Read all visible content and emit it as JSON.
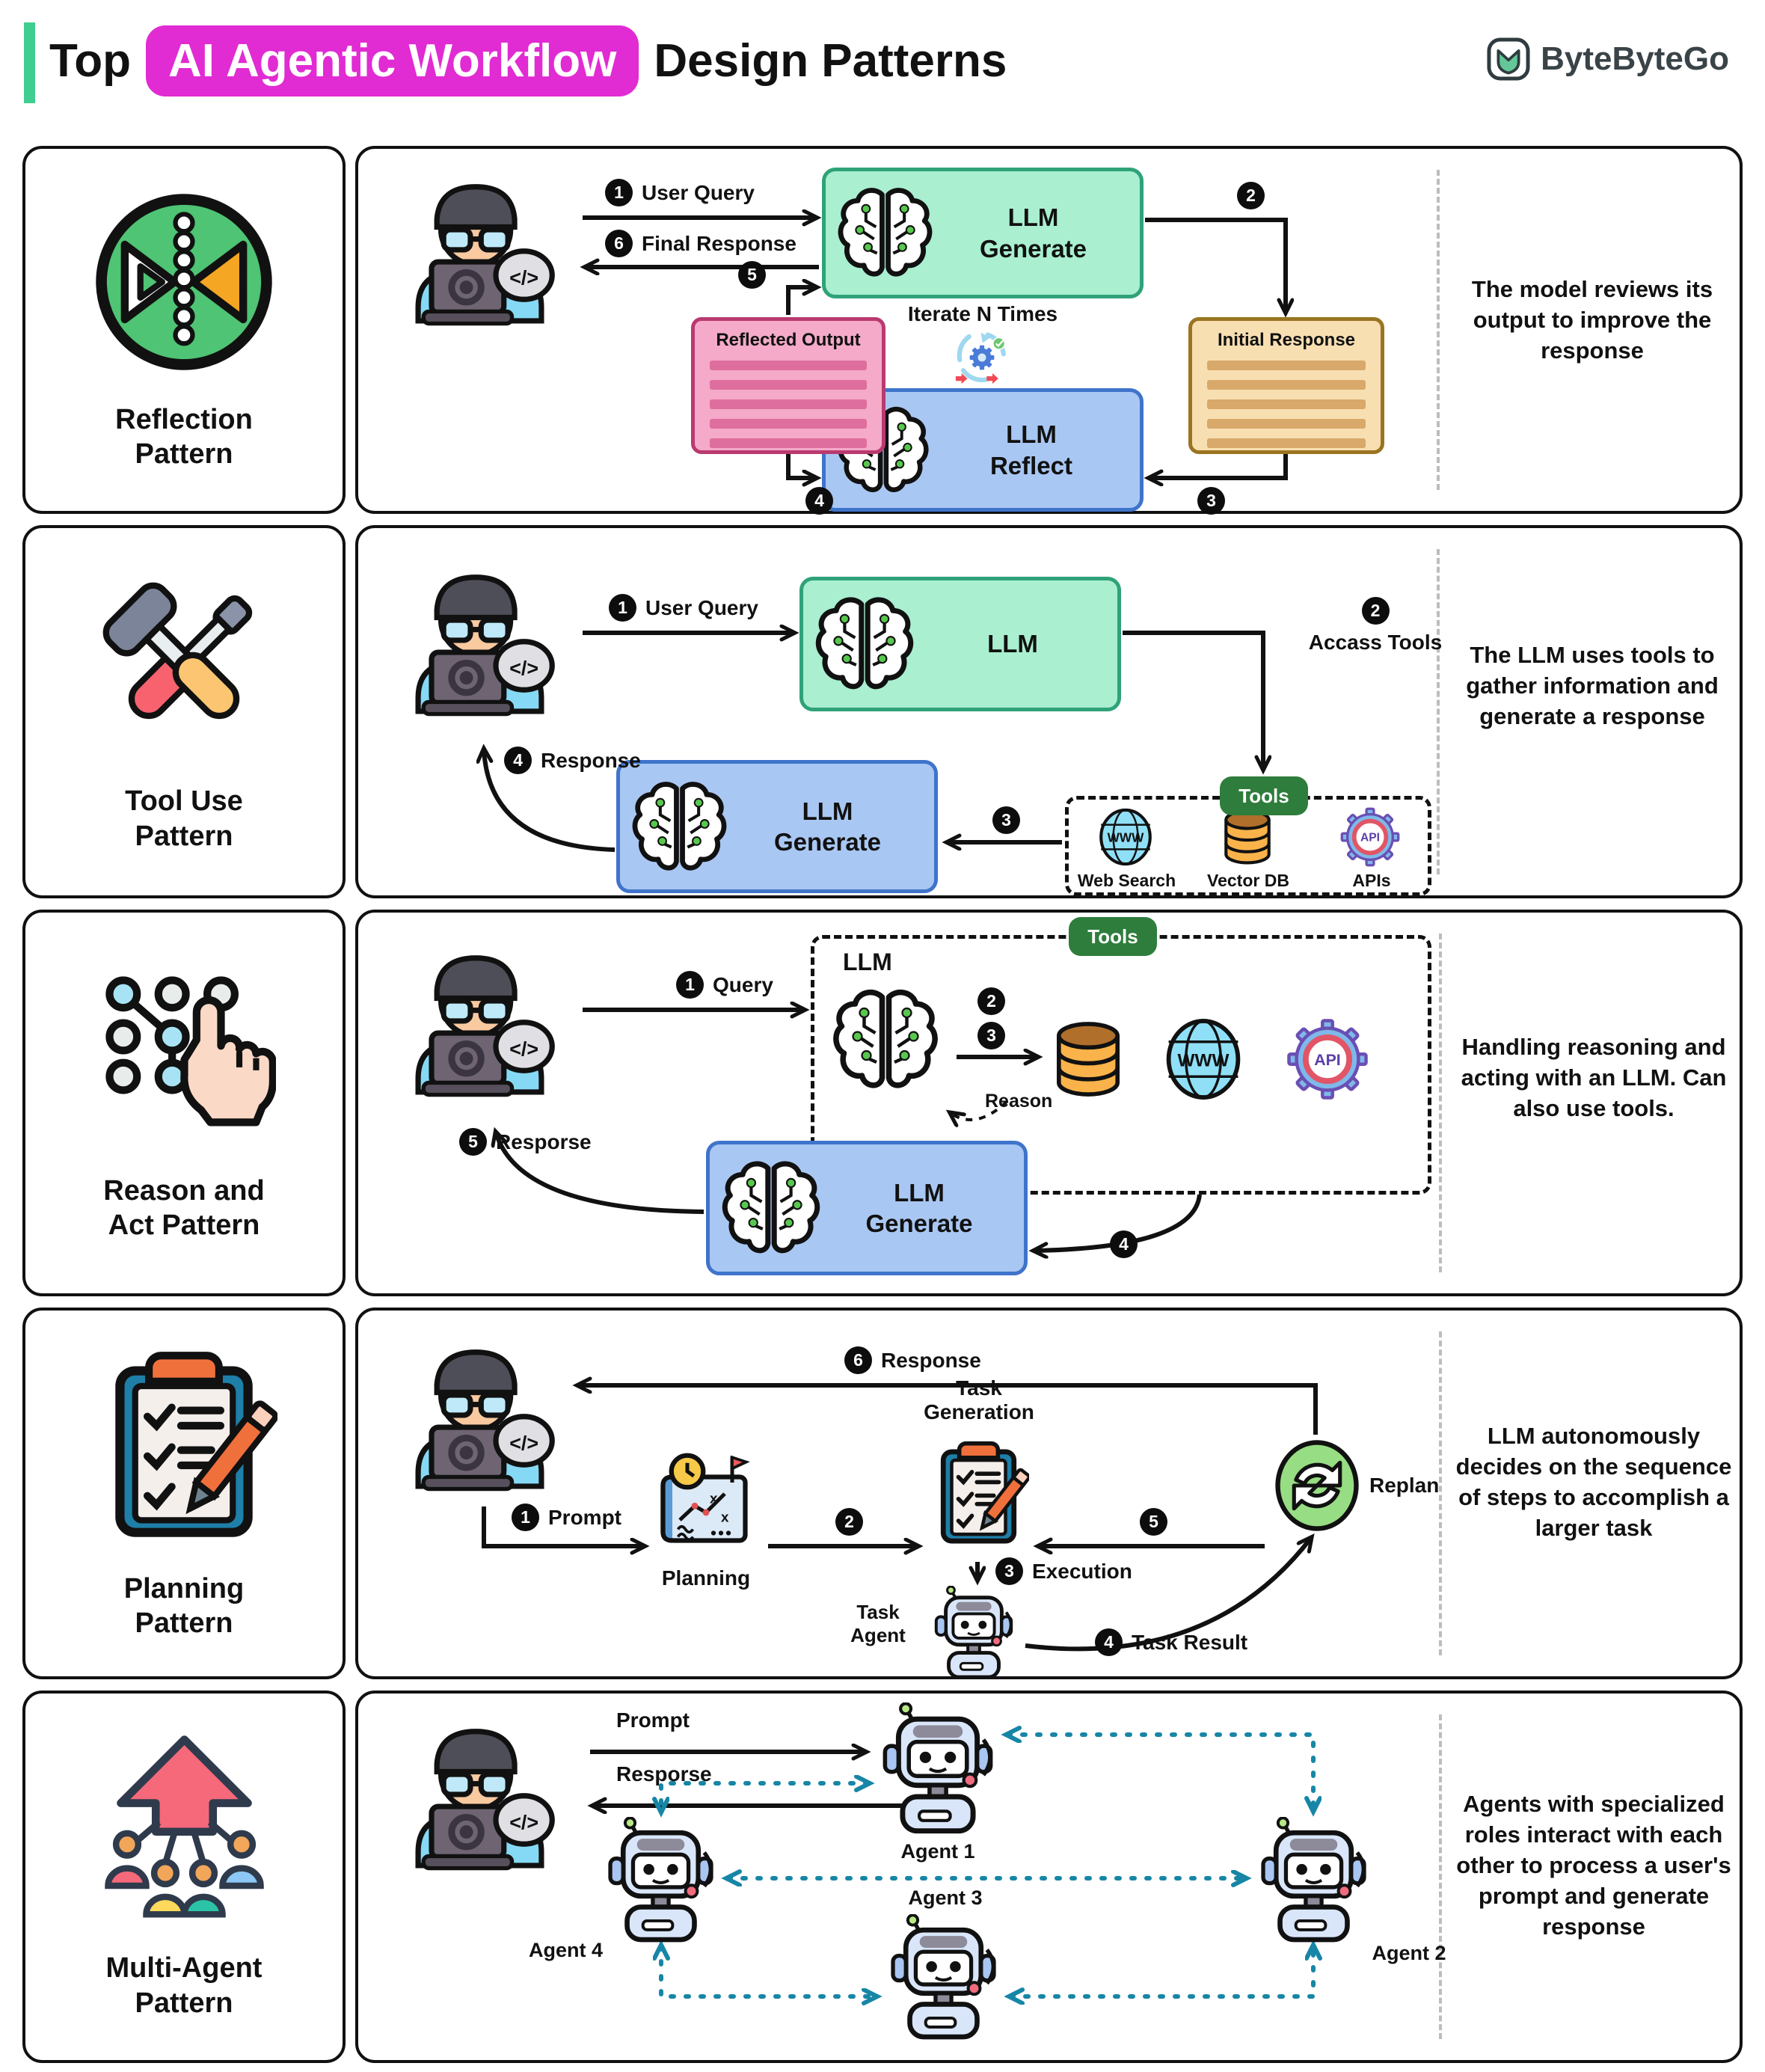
{
  "header": {
    "title_prefix": "Top",
    "title_highlight": "AI Agentic Workflow",
    "title_suffix": "Design Patterns",
    "brand": "ByteByteGo"
  },
  "icons": {
    "www": "WWW",
    "api": "API",
    "code": "</>"
  },
  "colors": {
    "accent_green": "#3FCE8F",
    "highlight_magenta": "#E12BD3",
    "mint_box": "#A9EFD0",
    "blue_box": "#A9C7F3",
    "pink_doc": "#F4AAC8",
    "tan_doc": "#F8DFB2",
    "tools_green": "#2E7D3C",
    "teal_dash": "#1786A6"
  },
  "patterns": {
    "reflection": {
      "title": "Reflection Pattern",
      "description": "The model reviews its output to improve the response",
      "steps": {
        "s1": {
          "n": "1",
          "label": "User Query"
        },
        "s2": {
          "n": "2"
        },
        "s3": {
          "n": "3"
        },
        "s4": {
          "n": "4"
        },
        "s5": {
          "n": "5"
        },
        "s6": {
          "n": "6",
          "label": "Final Response"
        }
      },
      "nodes": {
        "llm_generate": "LLM Generate",
        "llm_reflect": "LLM Reflect",
        "reflected_output": "Reflected Output",
        "initial_response": "Initial Response",
        "iterate": "Iterate N Times"
      }
    },
    "tool_use": {
      "title": "Tool Use Pattern",
      "description": "The LLM uses tools to gather information and generate a response",
      "steps": {
        "s1": {
          "n": "1",
          "label": "User Query"
        },
        "s2": {
          "n": "2",
          "label": "Accass Tools"
        },
        "s3": {
          "n": "3"
        },
        "s4": {
          "n": "4",
          "label": "Response"
        }
      },
      "nodes": {
        "llm": "LLM",
        "llm_generate": "LLM Generate",
        "tools": "Tools",
        "web_search": "Web Search",
        "vector_db": "Vector DB",
        "apis": "APIs"
      }
    },
    "react": {
      "title": "Reason and Act Pattern",
      "description": "Handling reasoning and acting with an LLM. Can also use tools.",
      "steps": {
        "s1": {
          "n": "1",
          "label": "Query"
        },
        "s2": {
          "n": "2"
        },
        "s3": {
          "n": "3"
        },
        "s4": {
          "n": "4"
        },
        "s5": {
          "n": "5",
          "label": "Resporse"
        }
      },
      "nodes": {
        "llm": "LLM",
        "reason": "Reason",
        "llm_generate": "LLM Generate",
        "tools": "Tools"
      }
    },
    "planning": {
      "title": "Planning Pattern",
      "description": "LLM autonomously decides on the sequence of steps to accomplish a larger task",
      "steps": {
        "s1": {
          "n": "1",
          "label": "Prompt"
        },
        "s2": {
          "n": "2"
        },
        "s3": {
          "n": "3",
          "label": "Execution"
        },
        "s4": {
          "n": "4",
          "label": "Task Result"
        },
        "s5": {
          "n": "5"
        },
        "s6": {
          "n": "6",
          "label": "Response"
        }
      },
      "nodes": {
        "planning": "Planning",
        "task_generation": "Task Generation",
        "task_agent": "Task Agent",
        "replan": "Replan"
      }
    },
    "multi_agent": {
      "title": "Multi-Agent Pattern",
      "description": "Agents with specialized roles interact with each other to process a user's prompt and generate response",
      "labels": {
        "prompt": "Prompt",
        "response": "Resporse"
      },
      "agents": [
        "Agent 1",
        "Agent 2",
        "Agent 3",
        "Agent 4"
      ]
    }
  }
}
